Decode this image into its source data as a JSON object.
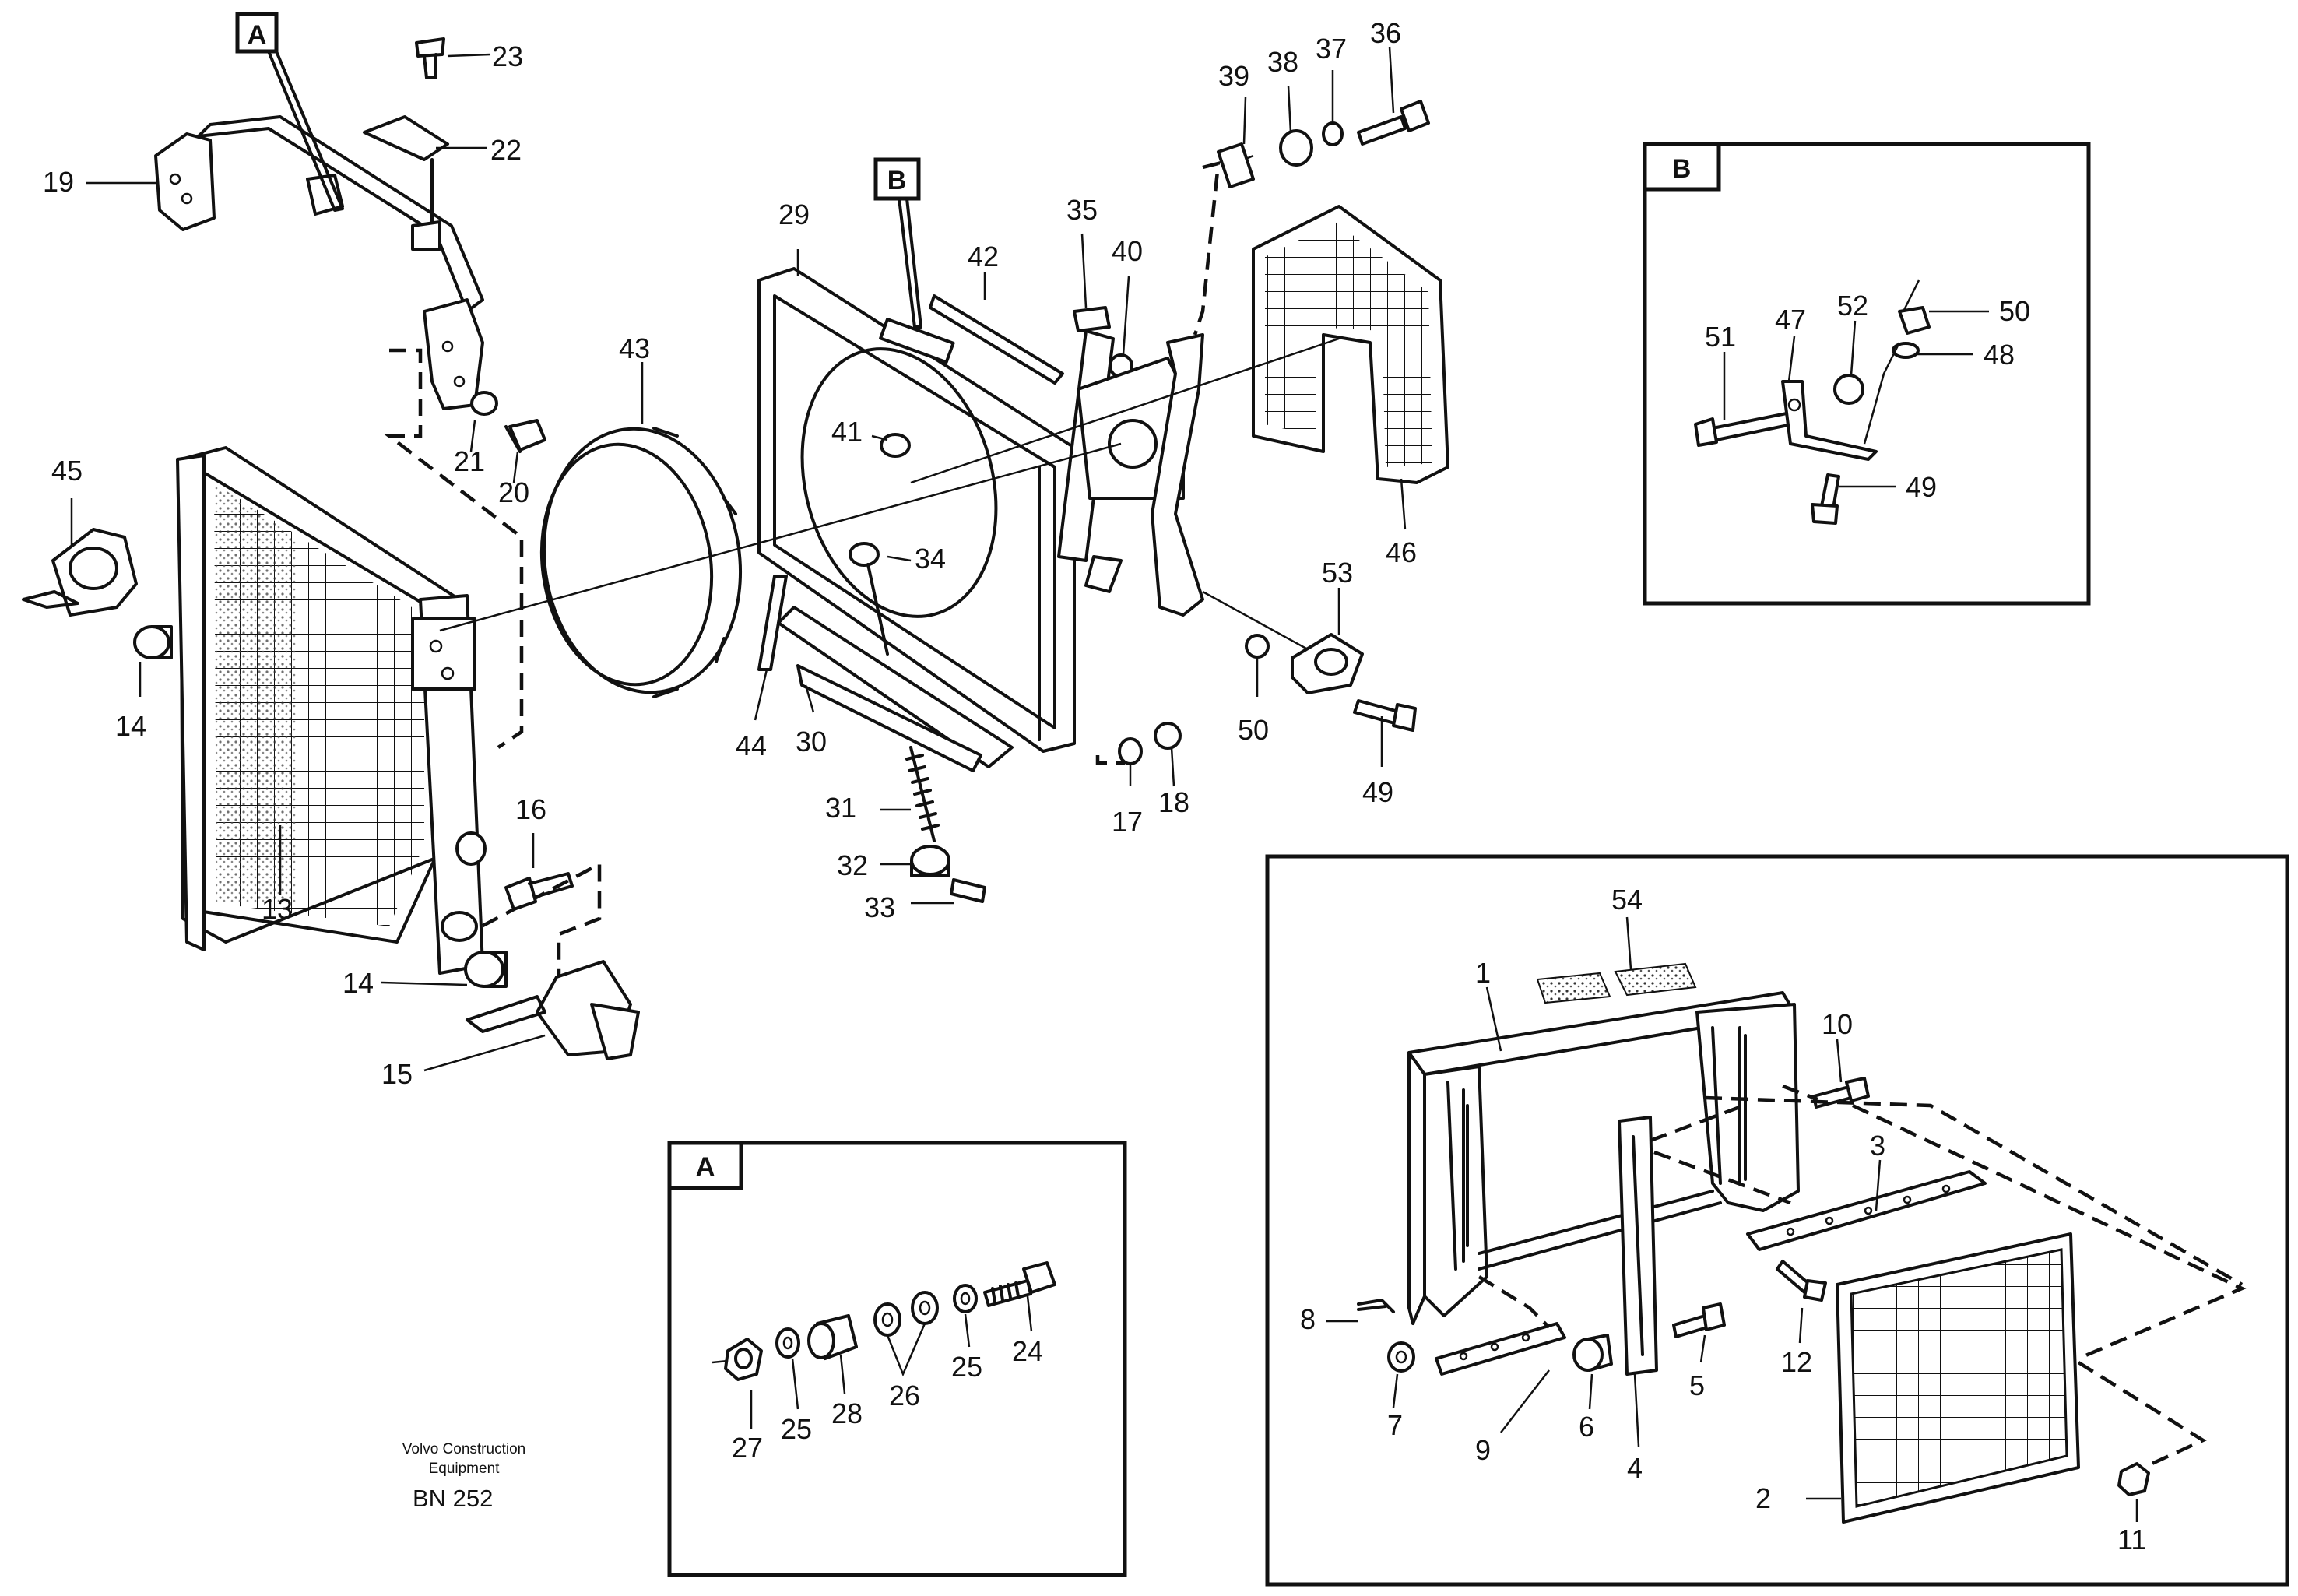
{
  "callouts": {
    "A": "A",
    "B": "B",
    "p1": "1",
    "p2": "2",
    "p3": "3",
    "p4": "4",
    "p5": "5",
    "p6": "6",
    "p7": "7",
    "p8": "8",
    "p9": "9",
    "p10": "10",
    "p11": "11",
    "p12": "12",
    "p13": "13",
    "p14a": "14",
    "p14b": "14",
    "p15": "15",
    "p16": "16",
    "p17": "17",
    "p18": "18",
    "p19": "19",
    "p20": "20",
    "p21": "21",
    "p22": "22",
    "p23": "23",
    "p24": "24",
    "p25a": "25",
    "p25b": "25",
    "p26": "26",
    "p27": "27",
    "p28": "28",
    "p29": "29",
    "p30": "30",
    "p31": "31",
    "p32": "32",
    "p33": "33",
    "p34": "34",
    "p35": "35",
    "p36": "36",
    "p37": "37",
    "p38": "38",
    "p39": "39",
    "p40": "40",
    "p41": "41",
    "p42": "42",
    "p43": "43",
    "p44": "44",
    "p45": "45",
    "p46": "46",
    "p47": "47",
    "p48": "48",
    "p49a": "49",
    "p49b": "49",
    "p50a": "50",
    "p50b": "50",
    "p51": "51",
    "p52": "52",
    "p53": "53",
    "p54": "54"
  },
  "inset_a": {
    "title": "A"
  },
  "inset_b": {
    "title": "B"
  },
  "credit": {
    "line1": "Volvo Construction",
    "line2": "Equipment",
    "code": "BN 252"
  }
}
